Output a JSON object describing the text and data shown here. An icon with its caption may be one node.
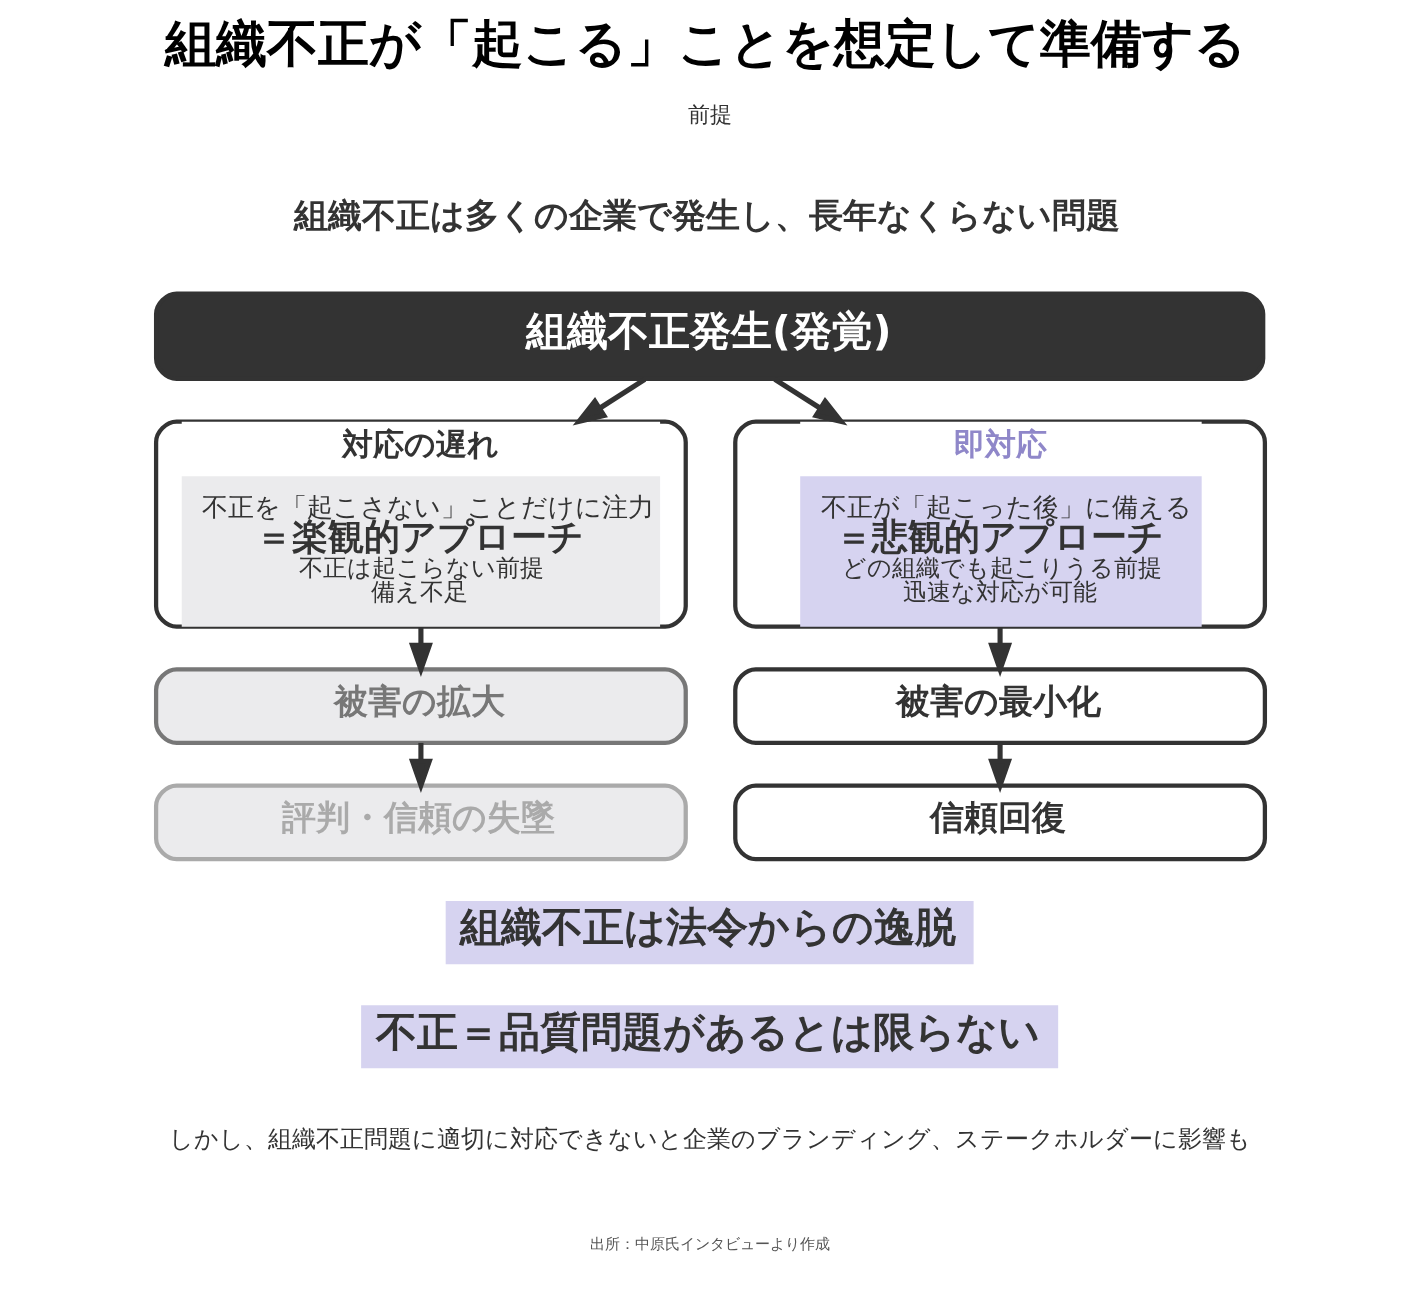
{
  "diagram": {
    "title": "組織不正が「起こる」ことを想定して準備する",
    "nodes": [
      {
        "text": [
          "組織不正発生(発覚)"
        ]
      },
      {
        "text": [
          "対応の遅れ",
          "不正を「起こさない」ことだけに注力",
          "＝楽観的アプローチ",
          "不正は起こらない前提",
          "備え不足"
        ]
      },
      {
        "text": [
          "即対応",
          "不正が「起こった後」に備える",
          "＝悲観的アプローチ",
          "どの組織でも起こりうる前提",
          "迅速な対応が可能"
        ]
      },
      {
        "text": [
          "被害の拡大"
        ]
      },
      {
        "text": [
          "評判・信頼の失墜"
        ]
      },
      {
        "text": [
          "被害の最小化"
        ]
      },
      {
        "text": [
          "信頼回復"
        ]
      }
    ],
    "edges": [
      {
        "from": 0,
        "to": 1,
        "arrow": "to"
      },
      {
        "from": 0,
        "to": 2,
        "arrow": "to"
      },
      {
        "from": 1,
        "to": 3,
        "arrow": "to"
      },
      {
        "from": 3,
        "to": 4,
        "arrow": "to"
      },
      {
        "from": 2,
        "to": 5,
        "arrow": "to"
      },
      {
        "from": 5,
        "to": 6,
        "arrow": "to"
      }
    ],
    "labels": [
      "前提",
      "組織不正は多くの企業で発生し、長年なくらない問題",
      "組織不正は法令からの逸脱",
      "不正＝品質問題があるとは限らない",
      "しかし、組織不正問題に適切に対応できないと企業のブランディング、ステークホルダーに影響も",
      "出所：中原氏インタビューより作成"
    ]
  }
}
